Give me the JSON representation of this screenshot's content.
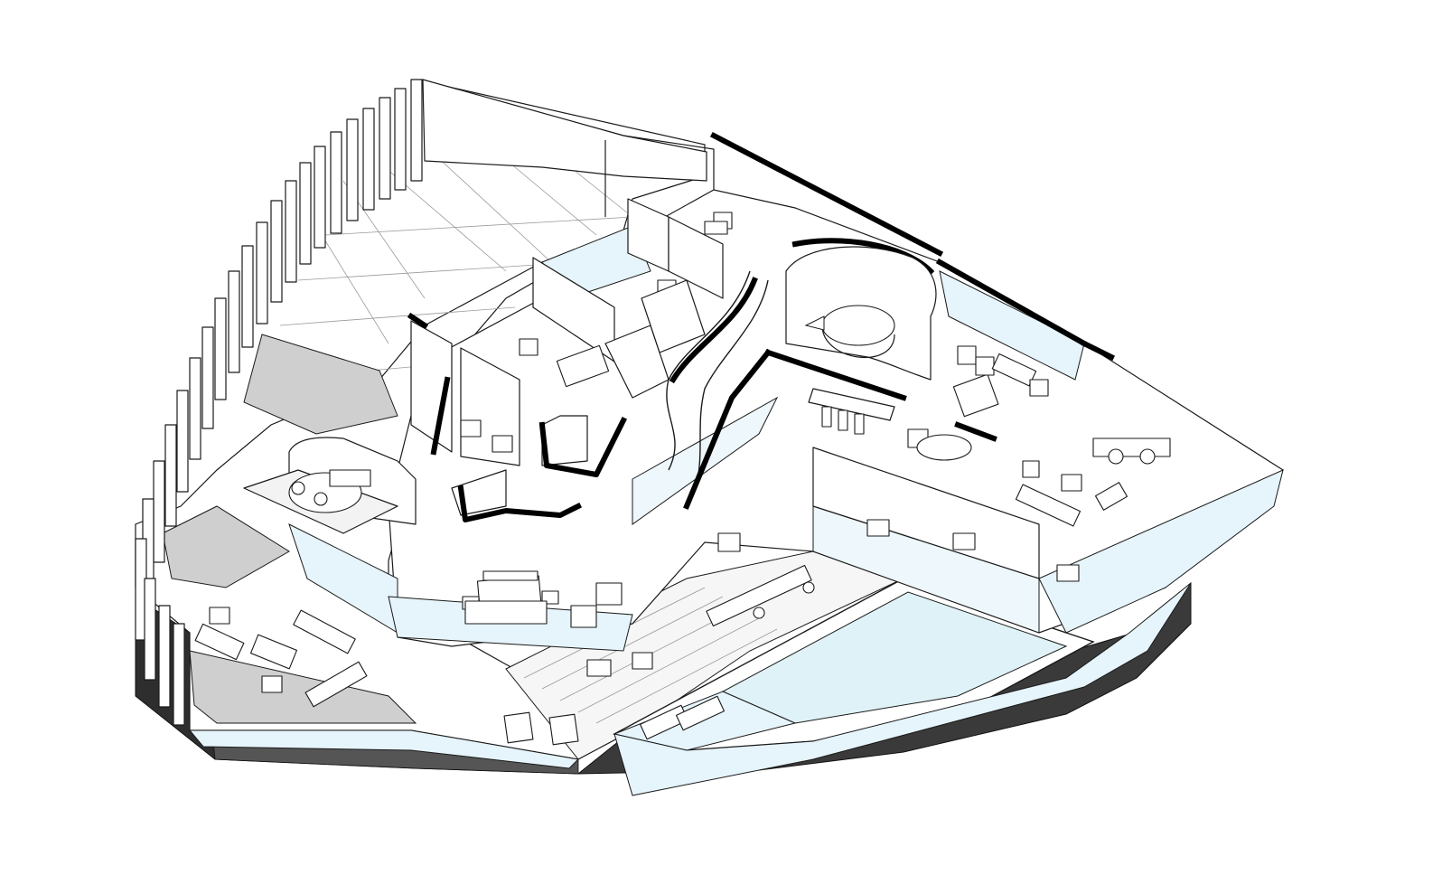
{
  "drawing": {
    "kind": "axonometric-floor-plan",
    "labels": []
  },
  "colors": {
    "background": "#ffffff",
    "line": "#1a1a1a",
    "wall_cut": "#000000",
    "glass": "#e6f4fb",
    "pool_water": "#dff2f7",
    "terrace_gravel": "#cfcfcf",
    "base_dark": "#2e2e2e",
    "base_mid": "#4a4a4a",
    "wall_face": "#ffffff"
  },
  "components": [
    "perimeter-fins",
    "outer-terrace-tiles",
    "gravel-terrace",
    "slatted-deck",
    "swimming-pool",
    "sun-loungers",
    "lounge-seating",
    "round-stair-core",
    "bar-counter-with-stools",
    "master-bedroom",
    "bedrooms",
    "bathrooms",
    "curved-corridor",
    "glass-balustrade",
    "dark-base-slab"
  ]
}
